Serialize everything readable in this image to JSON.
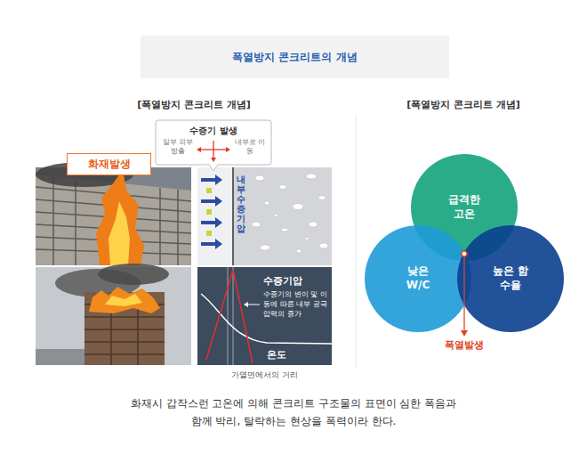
{
  "diagram": {
    "title": "폭열방지 콘크리트의 개념",
    "caption": "화재시 갑작스런 고온에 의해 콘크리트 구조물의 표면이 심한 폭음과 함께 박리, 탈락하는 현상을 폭력이라 한다.",
    "nodes": [
      {
        "text": [
          "화재발생"
        ]
      },
      {
        "text": [
          "수증기 발생",
          "일부 외부 방출",
          "내부로 이동"
        ]
      },
      {
        "text": [
          "급격한 고온"
        ]
      },
      {
        "text": [
          "낮은 W/C"
        ]
      },
      {
        "text": [
          "높은 함수율"
        ]
      }
    ],
    "labels": [
      "[폭열방지 콘크리트 개념]",
      "[폭열방지 콘크리트 개념]",
      "내부 수증기압",
      "수증기압",
      "수증기의 변이 및 이동에 따른 내부 공극 압력의 증가",
      "온도",
      "가열면에서의 거리",
      "폭열발생"
    ]
  }
}
